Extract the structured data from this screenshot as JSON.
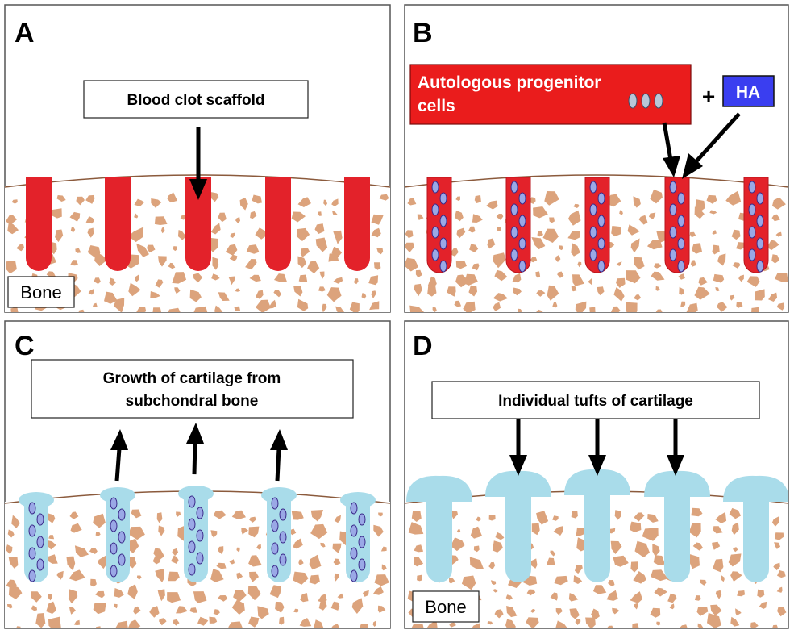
{
  "panels": {
    "a": {
      "letter": "A",
      "callout": "Blood clot scaffold",
      "bone_label": "Bone"
    },
    "b": {
      "letter": "B",
      "callout_line1": "Autologous progenitor",
      "callout_line2": "cells",
      "plus": "+",
      "ha_label": "HA"
    },
    "c": {
      "letter": "C",
      "callout_line1": "Growth of cartilage from",
      "callout_line2": "subchondral bone"
    },
    "d": {
      "letter": "D",
      "callout": "Individual tufts of cartilage",
      "bone_label": "Bone"
    }
  },
  "colors": {
    "bone_speckle": "#dca37c",
    "bone_surface": "#8b5a3c",
    "blood_clot": "#e3222a",
    "blood_clot_dark": "#b8161d",
    "cartilage": "#a9dcea",
    "cell_fill": "#9aa8e6",
    "cell_stroke": "#3b2a8a",
    "progenitor_box": "#ea1c1c",
    "ha_box": "#3a3ef0",
    "panel_border": "#555555"
  }
}
